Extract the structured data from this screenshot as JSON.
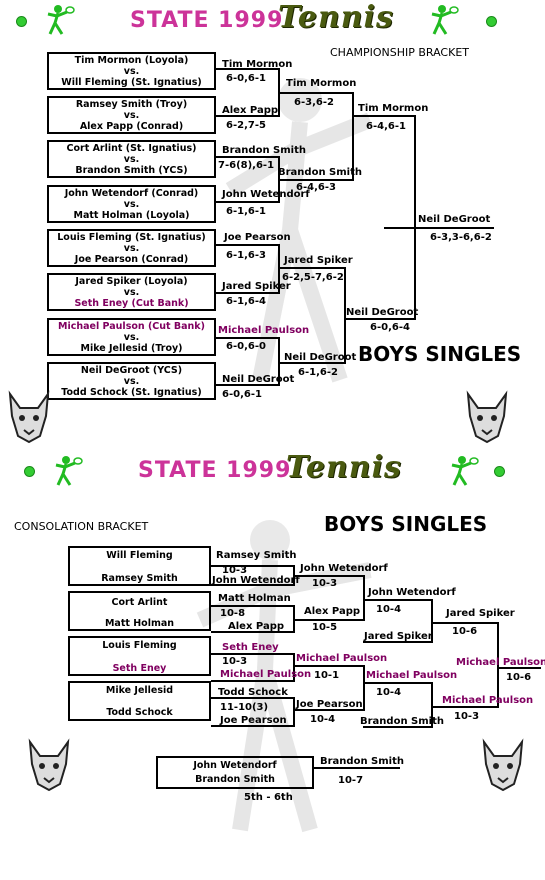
{
  "top": {
    "title_state": "STATE 1999",
    "title_tennis": "Tennis",
    "bracket_label": "CHAMPIONSHIP BRACKET",
    "event_label": "BOYS SINGLES",
    "matches": [
      {
        "line1": "Tim Mormon (Loyola)",
        "vs": "vs.",
        "line2": "Will Fleming (St. Ignatius)"
      },
      {
        "line1": "Ramsey Smith (Troy)",
        "vs": "vs.",
        "line2": "Alex Papp (Conrad)"
      },
      {
        "line1": "Cort Arlint (St. Ignatius)",
        "vs": "vs.",
        "line2": "Brandon Smith (YCS)"
      },
      {
        "line1": "John Wetendorf (Conrad)",
        "vs": "vs.",
        "line2": "Matt Holman (Loyola)"
      },
      {
        "line1": "Louis Fleming (St. Ignatius)",
        "vs": "vs.",
        "line2": "Joe Pearson (Conrad)"
      },
      {
        "line1": "Jared Spiker (Loyola)",
        "vs": "vs.",
        "line2": "Seth Eney (Cut Bank)"
      },
      {
        "line1": "Michael Paulson (Cut Bank)",
        "vs": "vs.",
        "line2": "Mike Jellesid (Troy)"
      },
      {
        "line1": "Neil DeGroot (YCS)",
        "vs": "vs.",
        "line2": "Todd Schock (St. Ignatius)"
      }
    ],
    "round2": [
      {
        "name": "Tim Mormon",
        "score": "6-0,6-1"
      },
      {
        "name": "Alex Papp",
        "score": "6-2,7-5"
      },
      {
        "name": "Brandon Smith",
        "score": "7-6(8),6-1"
      },
      {
        "name": "John Wetendorf",
        "score": "6-1,6-1"
      },
      {
        "name": "Joe Pearson",
        "score": "6-1,6-3"
      },
      {
        "name": "Jared Spiker",
        "score": "6-1,6-4"
      },
      {
        "name": "Michael Paulson",
        "score": "6-0,6-0"
      },
      {
        "name": "Neil DeGroot",
        "score": "6-0,6-1"
      }
    ],
    "round3": [
      {
        "name": "Tim Mormon",
        "score": "6-3,6-2"
      },
      {
        "name": "Brandon Smith",
        "score": "6-4,6-3"
      },
      {
        "name": "Jared Spiker",
        "score": "6-2,5-7,6-2"
      },
      {
        "name": "Neil DeGroot",
        "score": "6-1,6-2"
      }
    ],
    "round4": [
      {
        "name": "Tim Mormon",
        "score": "6-4,6-1"
      },
      {
        "name": "Neil DeGroot",
        "score": "6-0,6-4"
      }
    ],
    "champion": {
      "name": "Neil DeGroot",
      "score": "6-3,3-6,6-2"
    }
  },
  "bottom": {
    "title_state": "STATE 1999",
    "title_tennis": "Tennis",
    "bracket_label": "CONSOLATION BRACKET",
    "event_label": "BOYS SINGLES",
    "matches": [
      {
        "line1": "Will Fleming",
        "line2": "Ramsey Smith"
      },
      {
        "line1": "Cort Arlint",
        "line2": "Matt Holman"
      },
      {
        "line1": "Louis Fleming",
        "line2": "Seth Eney"
      },
      {
        "line1": "Mike Jellesid",
        "line2": "Todd Schock"
      }
    ],
    "r1": [
      {
        "name": "Ramsey Smith",
        "score": "10-3"
      },
      {
        "name": "John Wetendorf",
        "score": ""
      },
      {
        "name": "Matt Holman",
        "score": "10-8"
      },
      {
        "name": "Alex Papp",
        "score": ""
      },
      {
        "name": "Seth Eney",
        "score": "10-3"
      },
      {
        "name": "Michael Paulson",
        "score": ""
      },
      {
        "name": "Todd Schock",
        "score": "11-10(3)"
      },
      {
        "name": "Joe Pearson",
        "score": ""
      }
    ],
    "r2": [
      {
        "name": "John Wetendorf",
        "score": "10-3"
      },
      {
        "name": "Alex Papp",
        "score": "10-5"
      },
      {
        "name": "Michael Paulson",
        "score": "10-1"
      },
      {
        "name": "Joe Pearson",
        "score": "10-4"
      }
    ],
    "r3": [
      {
        "name": "John Wetendorf",
        "score": "10-4"
      },
      {
        "name": "Jared Spiker",
        "score": ""
      },
      {
        "name": "Michael Paulson",
        "score": "10-4"
      },
      {
        "name": "Brandon Smith",
        "score": ""
      }
    ],
    "r4": [
      {
        "name": "Jared Spiker",
        "score": "10-6"
      },
      {
        "name": "Michael Paulson",
        "score": "10-3"
      }
    ],
    "winner": {
      "name": "Michael Paulson",
      "score": "10-6"
    },
    "fifth": {
      "line1": "John Wetendorf",
      "line2": "Brandon Smith",
      "winner": "Brandon Smith",
      "score": "10-7",
      "label": "5th - 6th"
    }
  }
}
